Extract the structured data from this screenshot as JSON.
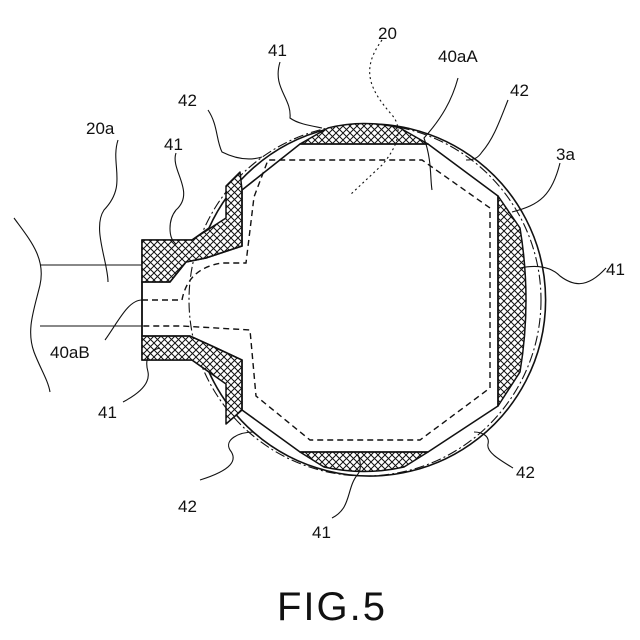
{
  "labels": {
    "l20": "20",
    "l20a": "20a",
    "l40aA": "40aA",
    "l40aB": "40aB",
    "l3a": "3a",
    "l41": "41",
    "l42": "42"
  },
  "caption": "FIG.5"
}
